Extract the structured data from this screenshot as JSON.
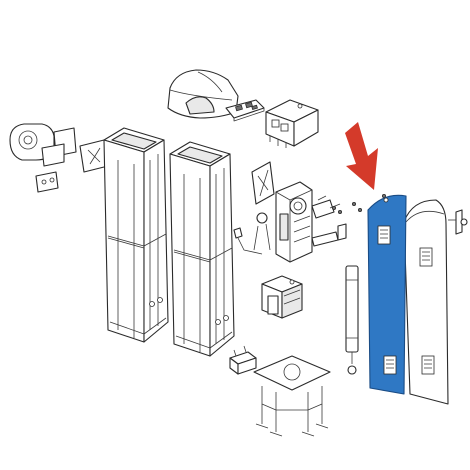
{
  "diagram": {
    "highlight_color": "#2f78c4",
    "arrow_color": "#d43a2a",
    "line_color": "#2b2b2b",
    "parts": [
      {
        "name": "motor-cover",
        "highlighted": false
      },
      {
        "name": "control-board",
        "highlighted": false
      },
      {
        "name": "control-box",
        "highlighted": false
      },
      {
        "name": "column-housing-left",
        "highlighted": false
      },
      {
        "name": "column-housing-right",
        "highlighted": false
      },
      {
        "name": "bracket-assembly",
        "highlighted": false
      },
      {
        "name": "gear-motor",
        "highlighted": false
      },
      {
        "name": "transformer",
        "highlighted": false
      },
      {
        "name": "spring",
        "highlighted": false
      },
      {
        "name": "anchor-plate",
        "highlighted": false
      },
      {
        "name": "inner-panel",
        "highlighted": true
      },
      {
        "name": "outer-door",
        "highlighted": false
      }
    ]
  }
}
